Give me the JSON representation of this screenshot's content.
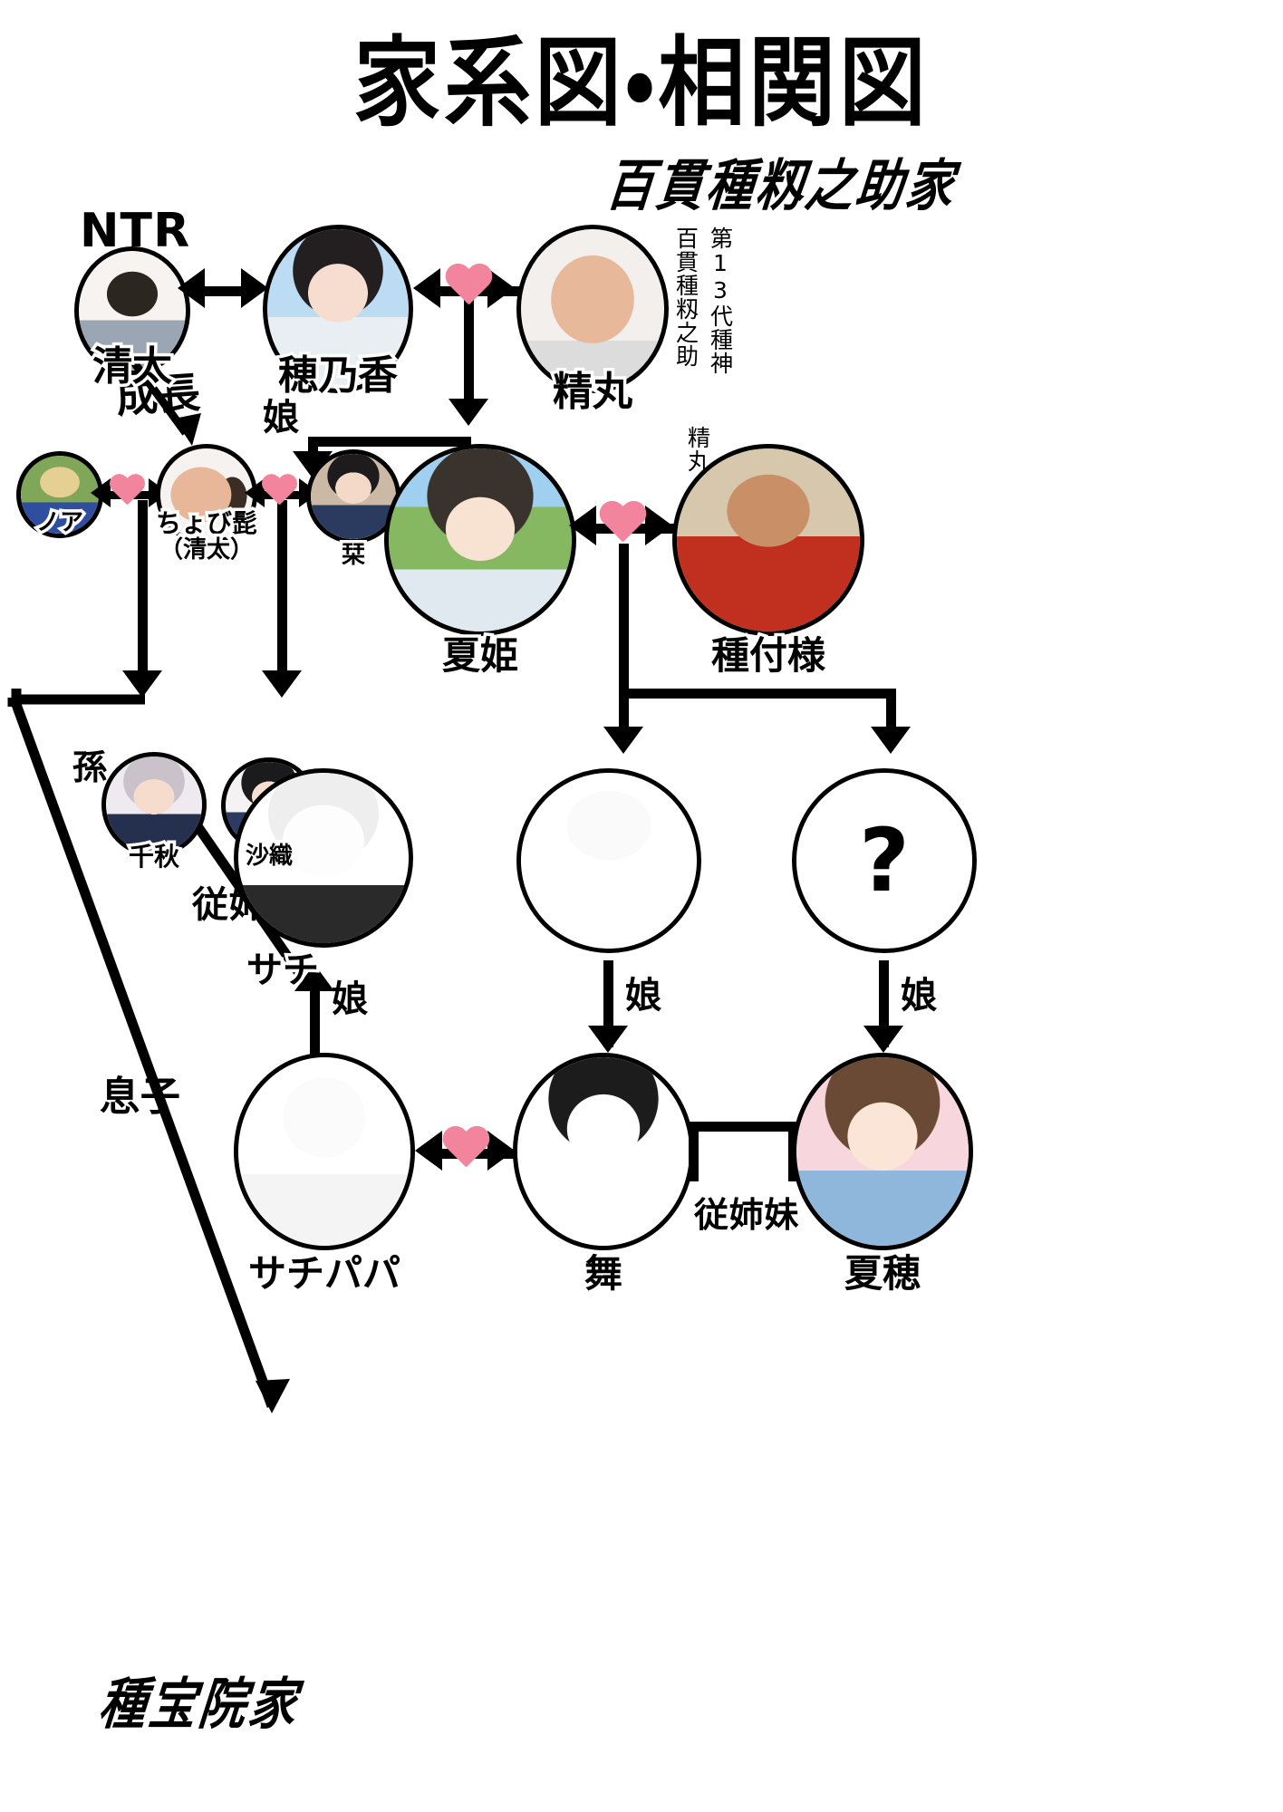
{
  "title": "家系図・相関図",
  "houses": {
    "top_right": "百貫種籾之助家",
    "bottom_left": "種宝院家"
  },
  "annotations": {
    "ntr": "NTR",
    "growth": "成長",
    "daughter": "娘",
    "grandchild": "孫",
    "cousins": "従姉妹",
    "son": "息子",
    "daughter2": "娘",
    "daughter3": "娘",
    "daughter4": "娘",
    "daughter5": "娘",
    "cousins2": "従姉妹"
  },
  "seimaru_caption": {
    "line1": "第13代種神",
    "line2": "百貫種籾之助",
    "line3": "精丸"
  },
  "people": [
    {
      "id": "seita",
      "name": "清太",
      "art": "seita"
    },
    {
      "id": "honoka",
      "name": "穂乃香",
      "art": "honoka"
    },
    {
      "id": "seimaru",
      "name": "精丸",
      "art": "seimaru"
    },
    {
      "id": "noa",
      "name": "ノア",
      "art": "noa"
    },
    {
      "id": "chobi",
      "name": "ちょび髭",
      "alias": "（清太）",
      "art": "chobi"
    },
    {
      "id": "shiori",
      "name": "栞",
      "art": "shiori"
    },
    {
      "id": "chiaki",
      "name": "千秋",
      "art": "chiaki"
    },
    {
      "id": "saori",
      "name": "沙織",
      "art": "saori"
    },
    {
      "id": "natsuki",
      "name": "夏姫",
      "art": "natsuki"
    },
    {
      "id": "tanetsuke",
      "name": "種付様",
      "art": "tanetsuke"
    },
    {
      "id": "sachi",
      "name": "サチ",
      "art": "sachi"
    },
    {
      "id": "sumo",
      "name": "",
      "art": "sumo"
    },
    {
      "id": "unknown",
      "name": "",
      "art": "question",
      "glyph": "?"
    },
    {
      "id": "sachipapa",
      "name": "サチパパ",
      "art": "sachipapa"
    },
    {
      "id": "mai",
      "name": "舞",
      "art": "mai"
    },
    {
      "id": "natsuho",
      "name": "夏穂",
      "art": "natsuho"
    }
  ],
  "colors": {
    "heart": "#f2849e",
    "line": "#000000",
    "background": "#ffffff"
  }
}
